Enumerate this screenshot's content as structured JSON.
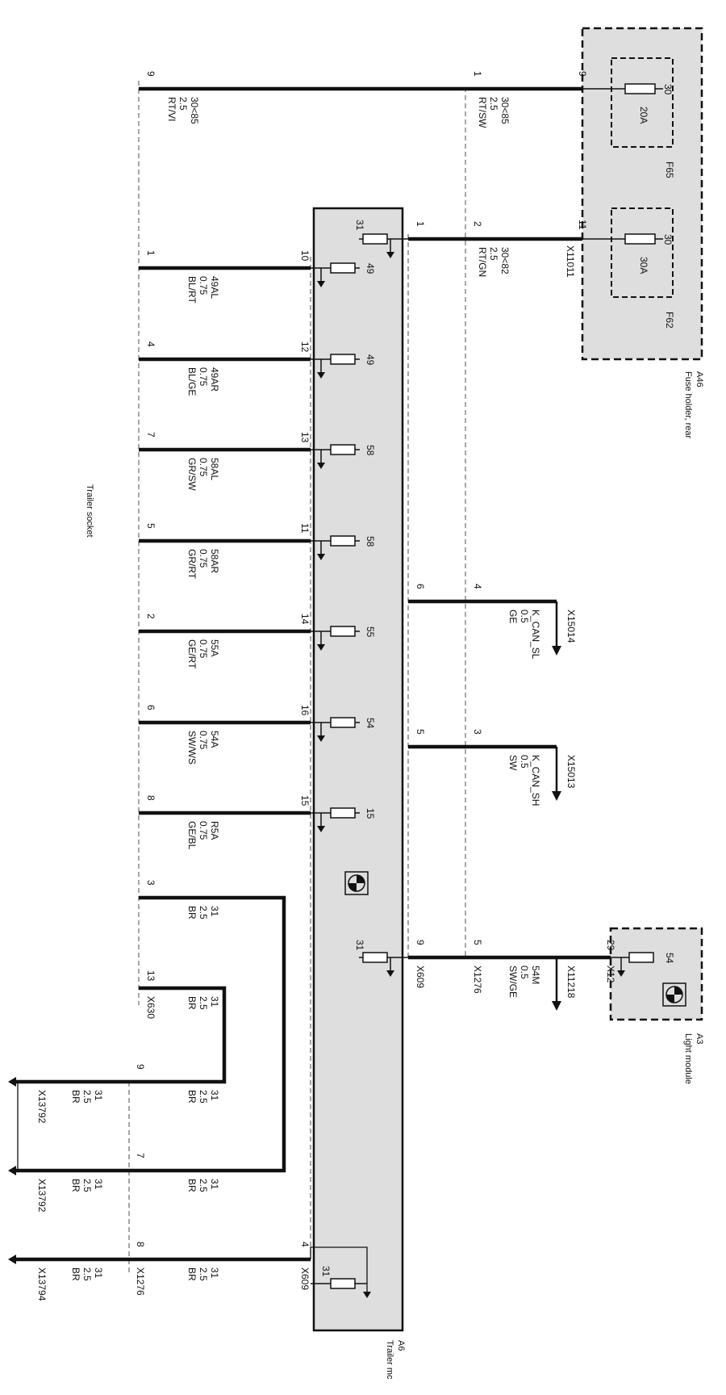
{
  "components": {
    "fuse_holder": {
      "id": "A46",
      "name": "Fuse holder, rear"
    },
    "light_module": {
      "id": "A3",
      "name": "Light module"
    },
    "trailer_module": {
      "id": "A6",
      "name": "Trailer mc"
    },
    "trailer_socket": {
      "name": "Trailer socket"
    }
  },
  "fuses": [
    {
      "id": "F65",
      "rating": "20A",
      "terminal": "30",
      "pin": "9",
      "connector": ""
    },
    {
      "id": "F62",
      "rating": "30A",
      "terminal": "30",
      "pin": "11",
      "connector": "X11011"
    }
  ],
  "light_module_pin": {
    "pin": "29",
    "terminal": "54",
    "connector": "X12"
  },
  "upper_wires": [
    {
      "signal": "30<85",
      "size": "2.5",
      "color": "RT/SW",
      "fuse_pin": "9",
      "x1276_pin": "1",
      "module_pin": "",
      "socket_pin": "9"
    },
    {
      "signal": "30<82",
      "size": "2.5",
      "color": "RT/GN",
      "fuse_pin": "11",
      "x1276_pin": "2",
      "module_pin": "1",
      "socket_pin": ""
    }
  ],
  "socket_label": {
    "signal": "30<85",
    "size": "2.5",
    "color": "RT/VI"
  },
  "module_ground_top": "31",
  "output_wires": [
    {
      "module_pin": "10",
      "terminal": "49",
      "socket_pin": "1",
      "signal": "49AL",
      "size": "0.75",
      "color": "BL/RT"
    },
    {
      "module_pin": "12",
      "terminal": "49",
      "socket_pin": "4",
      "signal": "49AR",
      "size": "0.75",
      "color": "BL/GE"
    },
    {
      "module_pin": "13",
      "terminal": "58",
      "socket_pin": "7",
      "signal": "58AL",
      "size": "0.75",
      "color": "GR/SW"
    },
    {
      "module_pin": "11",
      "terminal": "58",
      "socket_pin": "5",
      "signal": "58AR",
      "size": "0.75",
      "color": "GR/RT"
    },
    {
      "module_pin": "14",
      "terminal": "55",
      "socket_pin": "2",
      "signal": "55A",
      "size": "0.75",
      "color": "GE/RT"
    },
    {
      "module_pin": "16",
      "terminal": "54",
      "socket_pin": "6",
      "signal": "54A",
      "size": "0.75",
      "color": "SW/WS"
    },
    {
      "module_pin": "15",
      "terminal": "15",
      "socket_pin": "8",
      "signal": "R5A",
      "size": "0.75",
      "color": "GE/BL"
    }
  ],
  "can_wires": [
    {
      "module_pin": "6",
      "x1276_pin": "4",
      "connector": "X15014",
      "signal": "K_CAN_SL",
      "size": "0.5",
      "color": "GE"
    },
    {
      "module_pin": "5",
      "x1276_pin": "3",
      "connector": "X15013",
      "signal": "K_CAN_SH",
      "size": "0.5",
      "color": "SW"
    }
  ],
  "light_wire": {
    "module_pin": "9",
    "module_connector": "X609",
    "x1276_pin": "5",
    "x1276_connector": "X1276",
    "lm_connector": "X12",
    "splice": "X11218",
    "signal": "54M",
    "size": "0.5",
    "color": "SW/GE"
  },
  "module_ground_bottom": "31",
  "ground_wires": [
    {
      "socket_pin": "3",
      "signal": "31",
      "size": "2.5",
      "color": "BR"
    },
    {
      "socket_pin": "13",
      "connector": "X630",
      "signal": "31",
      "size": "2.5",
      "color": "BR"
    },
    {
      "x1276_pin": "9",
      "connector": "X13792",
      "signal": "31",
      "size": "2.5",
      "color": "BR"
    },
    {
      "x1276_pin": "7",
      "connector": "X13792",
      "signal": "31",
      "size": "2.5",
      "color": "BR"
    },
    {
      "module_pin": "4",
      "module_connector": "X609",
      "x1276_pin": "8",
      "x1276_connector": "X1276",
      "connector": "X13794",
      "signal": "31",
      "size": "2.5",
      "color": "BR"
    }
  ],
  "ground_module_terminal": "31"
}
